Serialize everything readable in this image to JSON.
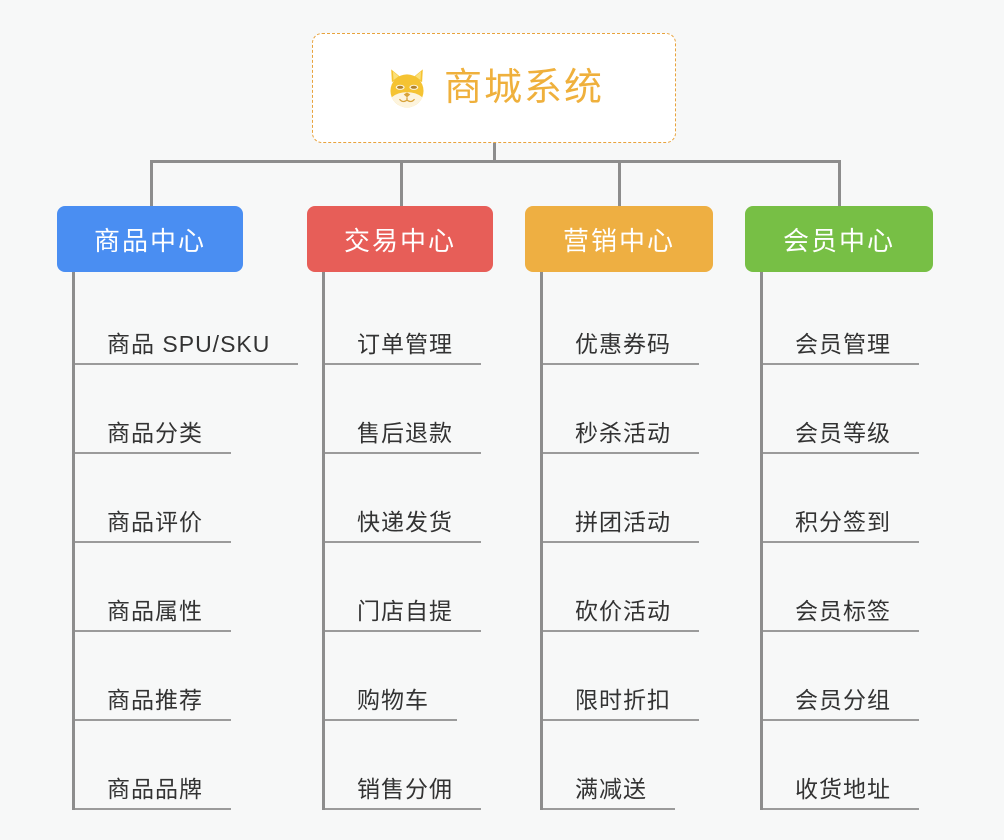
{
  "page": {
    "background_color": "#f7f8f8",
    "type": "mindmap-org-chart"
  },
  "root": {
    "title": "商城系统",
    "icon": "shiba-dog-icon",
    "text_color": "#efb03c",
    "border_color": "#e8a33d",
    "background_color": "#ffffff"
  },
  "connector": {
    "color": "#8d8d8d"
  },
  "columns": [
    {
      "title": "商品中心",
      "color": "#4a8ef2",
      "items": [
        "商品 SPU/SKU",
        "商品分类",
        "商品评价",
        "商品属性",
        "商品推荐",
        "商品品牌"
      ]
    },
    {
      "title": "交易中心",
      "color": "#e75e58",
      "items": [
        "订单管理",
        "售后退款",
        "快递发货",
        "门店自提",
        "购物车",
        "销售分佣"
      ]
    },
    {
      "title": "营销中心",
      "color": "#eeaf42",
      "items": [
        "优惠券码",
        "秒杀活动",
        "拼团活动",
        "砍价活动",
        "限时折扣",
        "满减送"
      ]
    },
    {
      "title": "会员中心",
      "color": "#77bf45",
      "items": [
        "会员管理",
        "会员等级",
        "积分签到",
        "会员标签",
        "会员分组",
        "收货地址"
      ]
    }
  ]
}
